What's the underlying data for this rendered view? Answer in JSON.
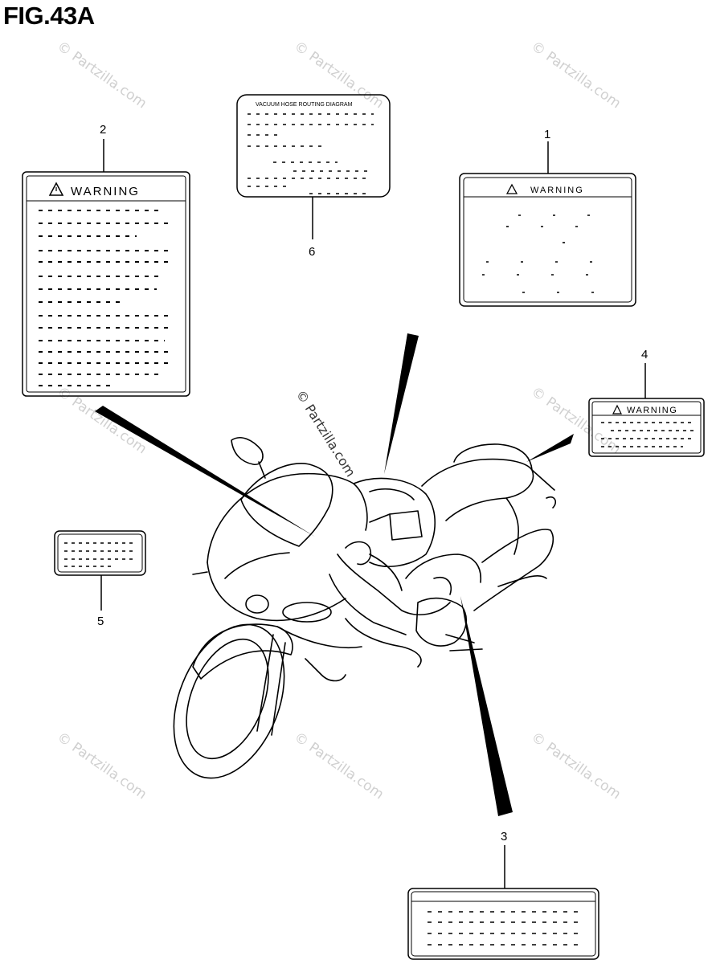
{
  "figure": {
    "title": "FIG.43A"
  },
  "watermark": {
    "text": "© Partzilla.com"
  },
  "callouts": {
    "c1": "1",
    "c2": "2",
    "c3": "3",
    "c4": "4",
    "c5": "5",
    "c6": "6"
  },
  "labels": {
    "warning_text": "WARNING",
    "vacuum_title": "VACUUM HOSE ROUTING DIAGRAM"
  },
  "colors": {
    "line": "#000000",
    "watermark": "#d0d0d0",
    "background": "#ffffff"
  }
}
